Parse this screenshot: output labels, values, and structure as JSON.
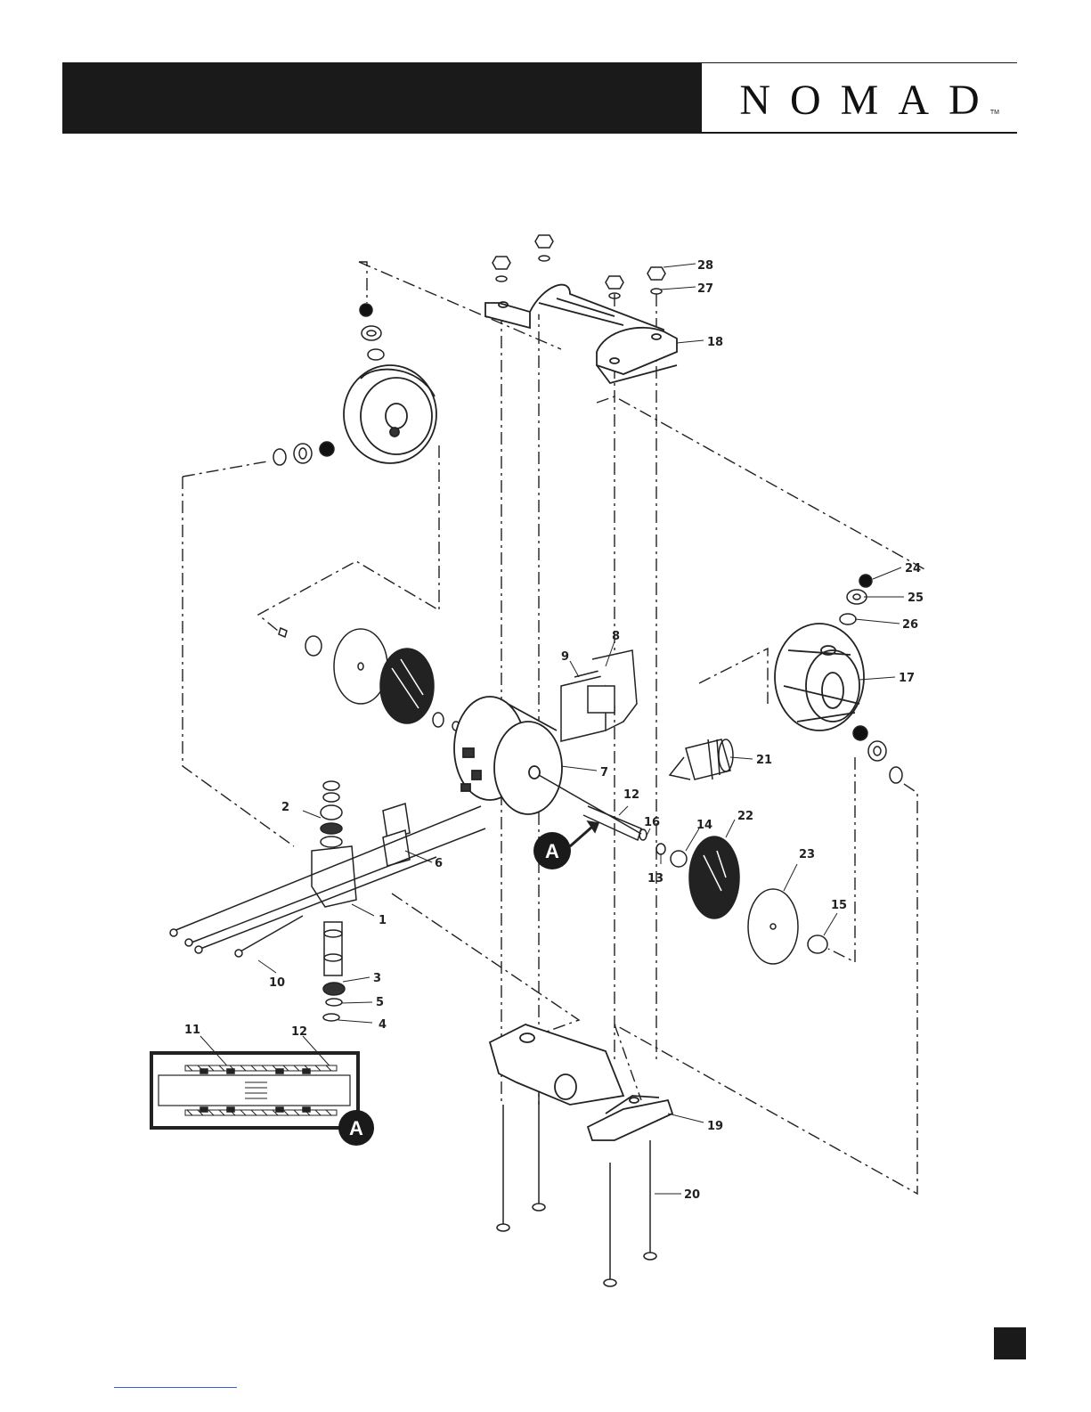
{
  "header": {
    "brand": "NOMAD",
    "trademark": "TM"
  },
  "callouts": [
    "1",
    "2",
    "3",
    "4",
    "5",
    "6",
    "7",
    "8",
    "9",
    "10",
    "11",
    "12",
    "13",
    "14",
    "15",
    "16",
    "17",
    "18",
    "19",
    "20",
    "21",
    "22",
    "23",
    "24",
    "25",
    "26",
    "27",
    "28"
  ],
  "detail_label": "A",
  "colors": {
    "ink": "#1a1a1a",
    "paper": "#ffffff",
    "link_line": "#3b5bd9"
  }
}
